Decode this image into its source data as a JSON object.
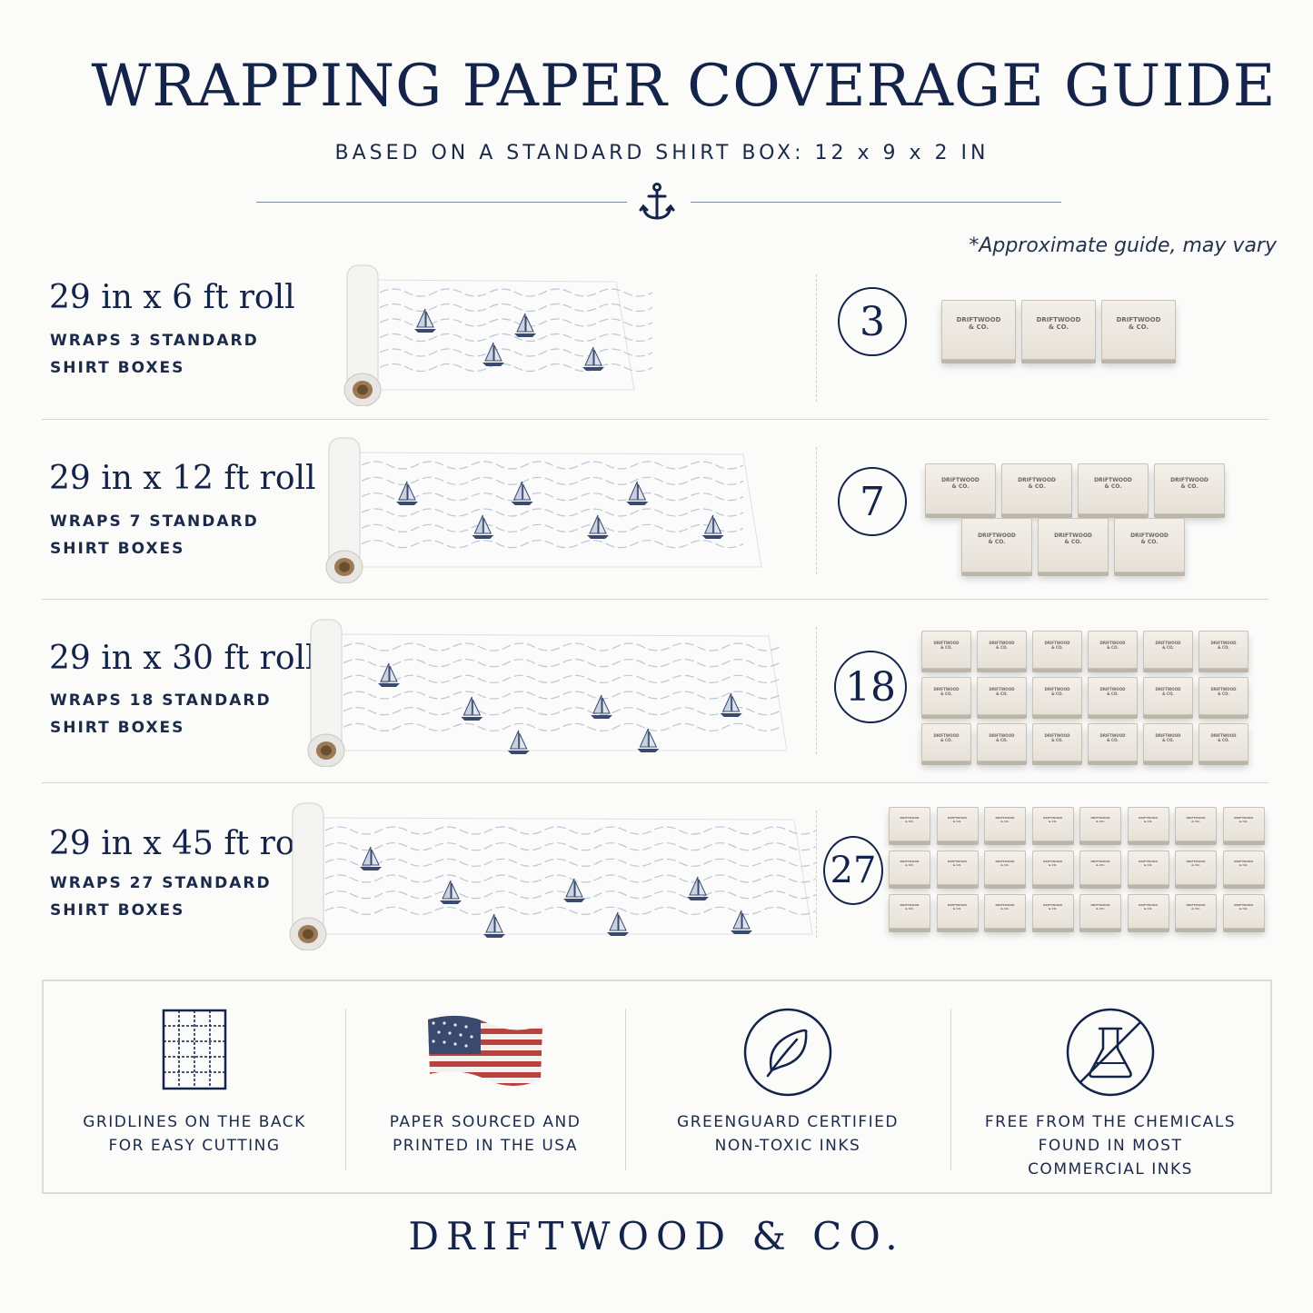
{
  "header": {
    "title": "WRAPPING PAPER COVERAGE GUIDE",
    "subtitle": "BASED ON A STANDARD SHIRT BOX: 12 x 9 x 2 IN",
    "note": "*Approximate guide, may vary"
  },
  "box_label": [
    "DRIFTWOOD",
    "& CO."
  ],
  "rolls": [
    {
      "title": "29 in x 6 ft roll",
      "desc_line1": "WRAPS 3 STANDARD",
      "desc_line2": "SHIRT BOXES",
      "count": "3"
    },
    {
      "title": "29 in x 12 ft roll",
      "desc_line1": "WRAPS 7 STANDARD",
      "desc_line2": "SHIRT BOXES",
      "count": "7"
    },
    {
      "title": "29 in x 30 ft roll",
      "desc_line1": "WRAPS 18 STANDARD",
      "desc_line2": "SHIRT BOXES",
      "count": "18"
    },
    {
      "title": "29 in x 45 ft roll",
      "desc_line1": "WRAPS 27 STANDARD",
      "desc_line2": "SHIRT BOXES",
      "count": "27"
    }
  ],
  "features": [
    {
      "icon": "grid-icon",
      "line1": "GRIDLINES ON THE BACK",
      "line2": "FOR EASY CUTTING"
    },
    {
      "icon": "us-flag-icon",
      "line1": "PAPER SOURCED AND",
      "line2": "PRINTED IN THE USA"
    },
    {
      "icon": "leaf-icon",
      "line1": "GREENGUARD CERTIFIED",
      "line2": "NON-TOXIC INKS"
    },
    {
      "icon": "no-chemicals-icon",
      "line1": "FREE FROM THE CHEMICALS",
      "line2": "FOUND IN MOST",
      "line3": "COMMERCIAL INKS"
    }
  ],
  "brand": "DRIFTWOOD & CO.",
  "colors": {
    "navy": "#132349",
    "box": "#e9e4dc",
    "flag_red": "#b8423f",
    "flag_blue": "#3a4a6e"
  }
}
